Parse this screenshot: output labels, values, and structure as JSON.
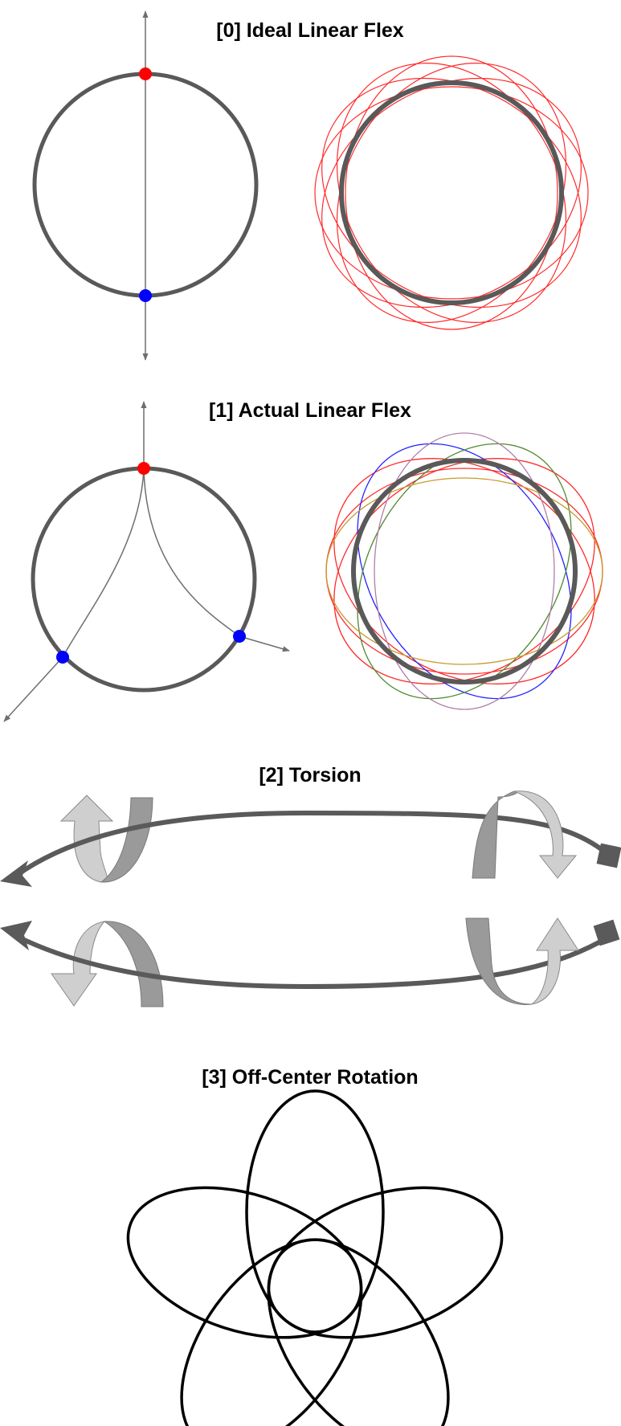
{
  "titles": {
    "section_0": "[0] Ideal Linear Flex",
    "section_1": "[1] Actual Linear Flex",
    "section_2": "[2] Torsion",
    "section_3": "[3] Off-Center Rotation"
  },
  "colors": {
    "ring": "#595959",
    "axis": "#6e6e6e",
    "marker_top": "#ff0000",
    "marker_bottom": "#0000ff",
    "ellipse_red": "#ff2a2a",
    "ellipse_blue": "#2424ff",
    "ellipse_green": "#4f8a2e",
    "ellipse_violet": "#b07ea8",
    "ellipse_gold": "#c79a2c",
    "twist_dark": "#9a9a9a",
    "twist_light": "#cfcfcf",
    "arrow_dark": "#5a5a5a",
    "petal": "#000000"
  },
  "icons": {
    "ideal_markers": [
      "red-marker",
      "blue-marker"
    ],
    "actual_markers": [
      "red-marker",
      "blue-marker",
      "blue-marker"
    ],
    "torsion": [
      "twist-arrow-icon",
      "twist-arrow-icon",
      "twist-arrow-icon",
      "twist-arrow-icon"
    ]
  }
}
